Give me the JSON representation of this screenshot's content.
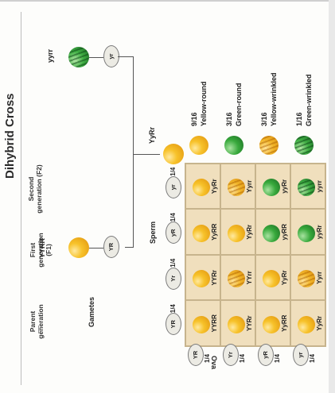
{
  "title": "Dihybrid Cross",
  "generations": {
    "parent": "Parent generation",
    "first": "First generation (F1)",
    "second": "Second generation (F2)"
  },
  "parents": {
    "left_genotype": "YYRR",
    "right_genotype": "yyrr"
  },
  "gametes_label": "Gametes",
  "parent_gametes": [
    "YR",
    "yr"
  ],
  "f1_genotype": "YyRr",
  "sperm_label": "Sperm",
  "ova_label": "Ova",
  "sperm": [
    {
      "allele": "YR",
      "freq": "1/4"
    },
    {
      "allele": "Yr",
      "freq": "1/4"
    },
    {
      "allele": "yR",
      "freq": "1/4"
    },
    {
      "allele": "yr",
      "freq": "1/4"
    }
  ],
  "ova": [
    {
      "allele": "YR",
      "freq": "1/4"
    },
    {
      "allele": "Yr",
      "freq": "1/4"
    },
    {
      "allele": "yR",
      "freq": "1/4"
    },
    {
      "allele": "yr",
      "freq": "1/4"
    }
  ],
  "grid": [
    [
      {
        "g": "YYRR",
        "p": "yr"
      },
      {
        "g": "YYRr",
        "p": "yr"
      },
      {
        "g": "YyRR",
        "p": "yr"
      },
      {
        "g": "YyRr",
        "p": "yr"
      }
    ],
    [
      {
        "g": "YYRr",
        "p": "yr"
      },
      {
        "g": "YYrr",
        "p": "yw"
      },
      {
        "g": "YyRr",
        "p": "yr"
      },
      {
        "g": "Yyrr",
        "p": "yw"
      }
    ],
    [
      {
        "g": "YyRR",
        "p": "yr"
      },
      {
        "g": "YyRr",
        "p": "yr"
      },
      {
        "g": "yyRR",
        "p": "gr"
      },
      {
        "g": "yyRr",
        "p": "gr"
      }
    ],
    [
      {
        "g": "YyRr",
        "p": "yr"
      },
      {
        "g": "Yyrr",
        "p": "yw"
      },
      {
        "g": "yyRr",
        "p": "gr"
      },
      {
        "g": "yyrr",
        "p": "gw"
      }
    ]
  ],
  "ratios": [
    {
      "fraction": "9/16",
      "phenotype": "Yellow-round",
      "pea": "yr"
    },
    {
      "fraction": "3/16",
      "phenotype": "Green-round",
      "pea": "gr"
    },
    {
      "fraction": "3/16",
      "phenotype": "Yellow-wrinkled",
      "pea": "yw"
    },
    {
      "fraction": "1/16",
      "phenotype": "Green-wrinkled",
      "pea": "gw"
    }
  ]
}
